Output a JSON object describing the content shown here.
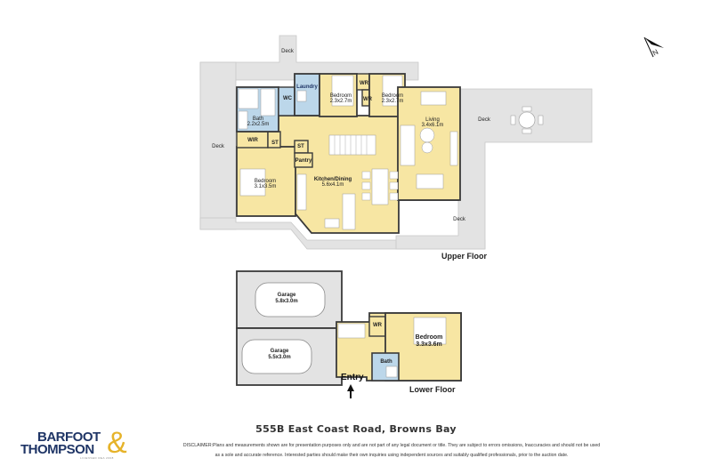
{
  "address": "555B East Coast Road, Browns Bay",
  "disclaimer": {
    "line1": "DISCLAIMER:Plans and measurements shown are for presentation purposes only and are not part of any legal document or title. They are subject to errors omissions, Inaccuracies and should not be used",
    "line2": "as a sole and accurate reference. Interested parties should make their own inquiries using independent sources and suitably qualified professionals, prior to the auction date."
  },
  "brand": {
    "line1": "BARFOOT",
    "line2": "THOMPSON",
    "ampersand": "&",
    "tagline": "LICENSED REA 2008",
    "primary_color": "#1f3566",
    "accent_color": "#e6b32a"
  },
  "compass": {
    "label": "N"
  },
  "colors": {
    "room_fill": "#f7e6a3",
    "wet_fill": "#bcd7ea",
    "deck_fill": "#e3e3e3",
    "garage_fill": "#e3e3e3",
    "wall": "#3a3a3a"
  },
  "upper_floor": {
    "title": "Upper Floor",
    "rooms": [
      {
        "name": "Laundry"
      },
      {
        "name": "WC"
      },
      {
        "name": "Bath",
        "dims": "2.2x2.5m"
      },
      {
        "name": "Bedroom",
        "dims": "2.3x2.7m"
      },
      {
        "name": "WR"
      },
      {
        "name": "WR"
      },
      {
        "name": "Bedroom",
        "dims": "2.3x2.7m"
      },
      {
        "name": "Living",
        "dims": "3.4x6.1m"
      },
      {
        "name": "WIR"
      },
      {
        "name": "ST"
      },
      {
        "name": "ST"
      },
      {
        "name": "Pantry"
      },
      {
        "name": "Bedroom",
        "dims": "3.1x3.5m"
      },
      {
        "name": "Kitchen/Dining",
        "dims": "5.6x4.1m"
      }
    ],
    "decks": [
      "Deck",
      "Deck",
      "Deck",
      "Deck"
    ]
  },
  "lower_floor": {
    "title": "Lower Floor",
    "entry": "Entry",
    "rooms": [
      {
        "name": "Garage",
        "dims": "5.8x3.0m"
      },
      {
        "name": "Garage",
        "dims": "5.5x3.0m"
      },
      {
        "name": "WR"
      },
      {
        "name": "Bedroom",
        "dims": "3.3x3.6m"
      },
      {
        "name": "Bath"
      }
    ]
  }
}
